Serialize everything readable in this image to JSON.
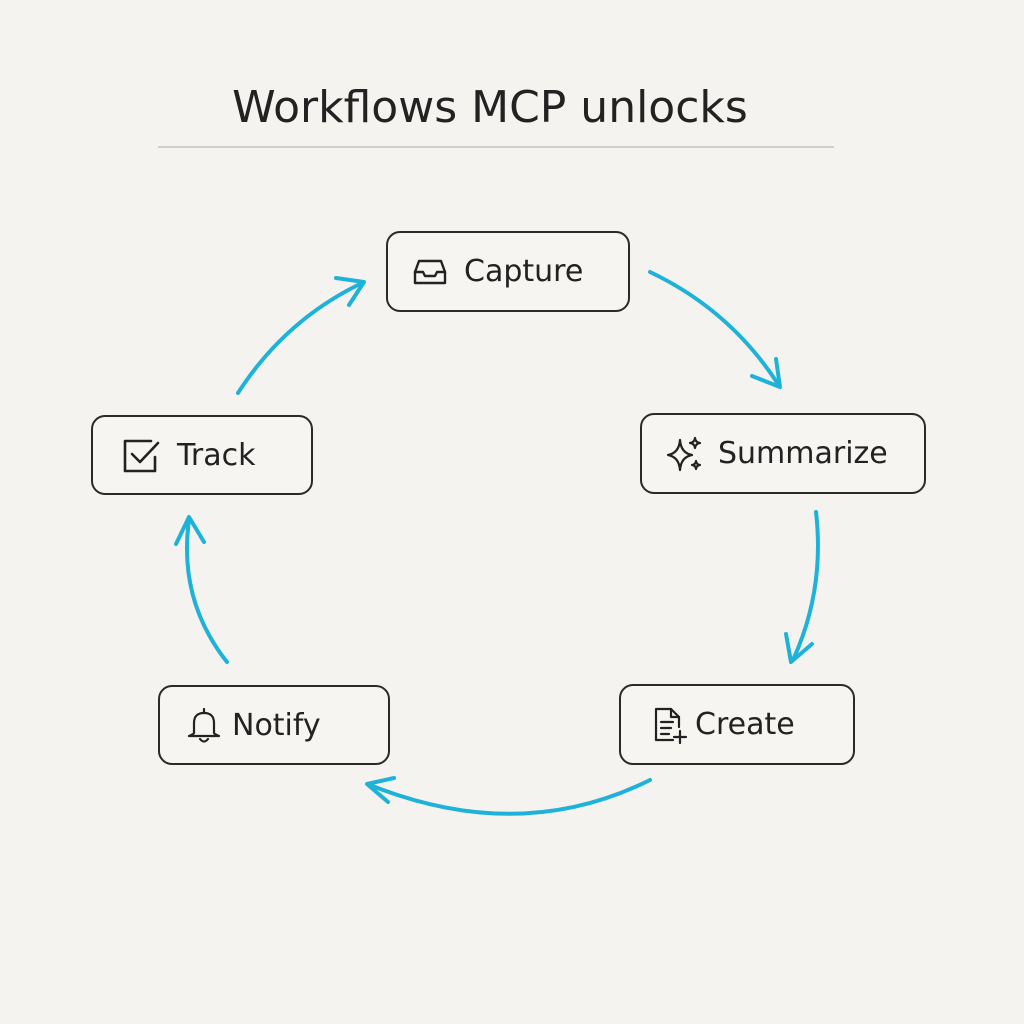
{
  "title": "Workflows MCP unlocks",
  "accent_color": "#1fb2d9",
  "nodes": {
    "capture": {
      "label": "Capture",
      "icon": "inbox-tray-icon"
    },
    "summarize": {
      "label": "Summarize",
      "icon": "sparkles-icon"
    },
    "create": {
      "label": "Create",
      "icon": "document-add-icon"
    },
    "notify": {
      "label": "Notify",
      "icon": "bell-icon"
    },
    "track": {
      "label": "Track",
      "icon": "checkbox-checked-icon"
    }
  },
  "flow": [
    "capture",
    "summarize",
    "create",
    "notify",
    "track",
    "capture"
  ]
}
